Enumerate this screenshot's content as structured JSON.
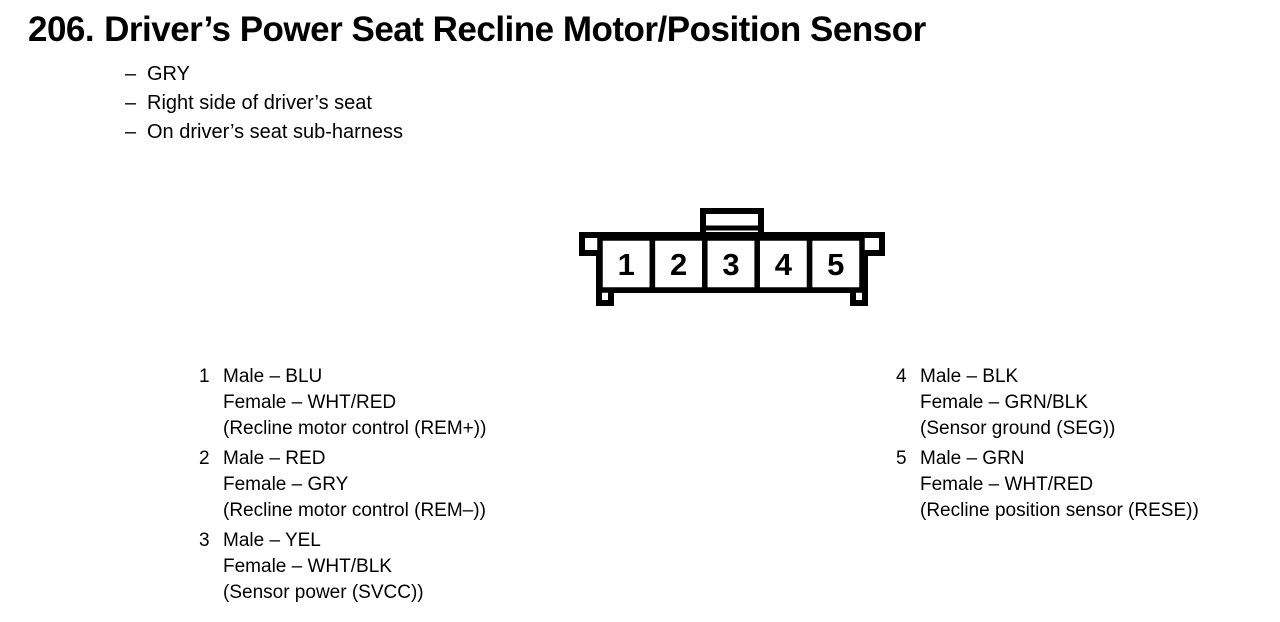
{
  "header": {
    "number": "206.",
    "title": "Driver’s Power Seat Recline Motor/Position Sensor"
  },
  "notes": [
    {
      "bullet": "–",
      "text": "GRY"
    },
    {
      "bullet": "–",
      "text": "Right side of driver’s seat"
    },
    {
      "bullet": "–",
      "text": "On driver’s seat sub-harness"
    }
  ],
  "connector": {
    "pins": [
      "1",
      "2",
      "3",
      "4",
      "5"
    ]
  },
  "pinout": {
    "left": [
      {
        "num": "1",
        "male": "Male – BLU",
        "female": "Female – WHT/RED",
        "signal": "(Recline motor control (REM+))"
      },
      {
        "num": "2",
        "male": "Male – RED",
        "female": "Female – GRY",
        "signal": "(Recline motor control (REM–))"
      },
      {
        "num": "3",
        "male": "Male – YEL",
        "female": "Female – WHT/BLK",
        "signal": "(Sensor power (SVCC))"
      }
    ],
    "right": [
      {
        "num": "4",
        "male": "Male – BLK",
        "female": "Female – GRN/BLK",
        "signal": "(Sensor ground (SEG))"
      },
      {
        "num": "5",
        "male": "Male – GRN",
        "female": "Female – WHT/RED",
        "signal": "(Recline position sensor (RESE))"
      }
    ]
  },
  "colors": {
    "ink": "#000000",
    "paper": "#ffffff"
  }
}
